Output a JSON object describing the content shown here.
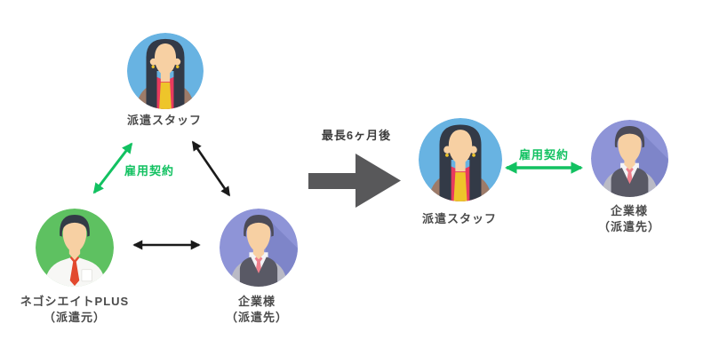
{
  "diagram": {
    "before": {
      "staff_label": "派遣スタッフ",
      "contract_label": "雇用契約",
      "agency_label_line1": "ネゴシエイトPLUS",
      "agency_label_line2": "（派遣元）",
      "company_label_line1": "企業様",
      "company_label_line2": "（派遣先）"
    },
    "transition_label": "最長6ヶ月後",
    "after": {
      "staff_label": "派遣スタッフ",
      "contract_label": "雇用契約",
      "company_label_line1": "企業様",
      "company_label_line2": "（派遣先）"
    },
    "icons": {
      "staff": "woman-avatar-icon",
      "agency": "businessman-red-tie-avatar-icon",
      "company": "businessman-vest-avatar-icon",
      "transition": "right-arrow-icon",
      "relation": "double-headed-arrow-icon"
    },
    "colors": {
      "staff_circle": "#68b3e2",
      "agency_circle": "#5ec161",
      "company_circle": "#8e94d7",
      "company_circle_shadow": "#7e85c9",
      "contract_green": "#12c161",
      "relation_black": "#1a1a1a",
      "transition_gray": "#58585a",
      "label_text": "#4a4a4a"
    }
  }
}
